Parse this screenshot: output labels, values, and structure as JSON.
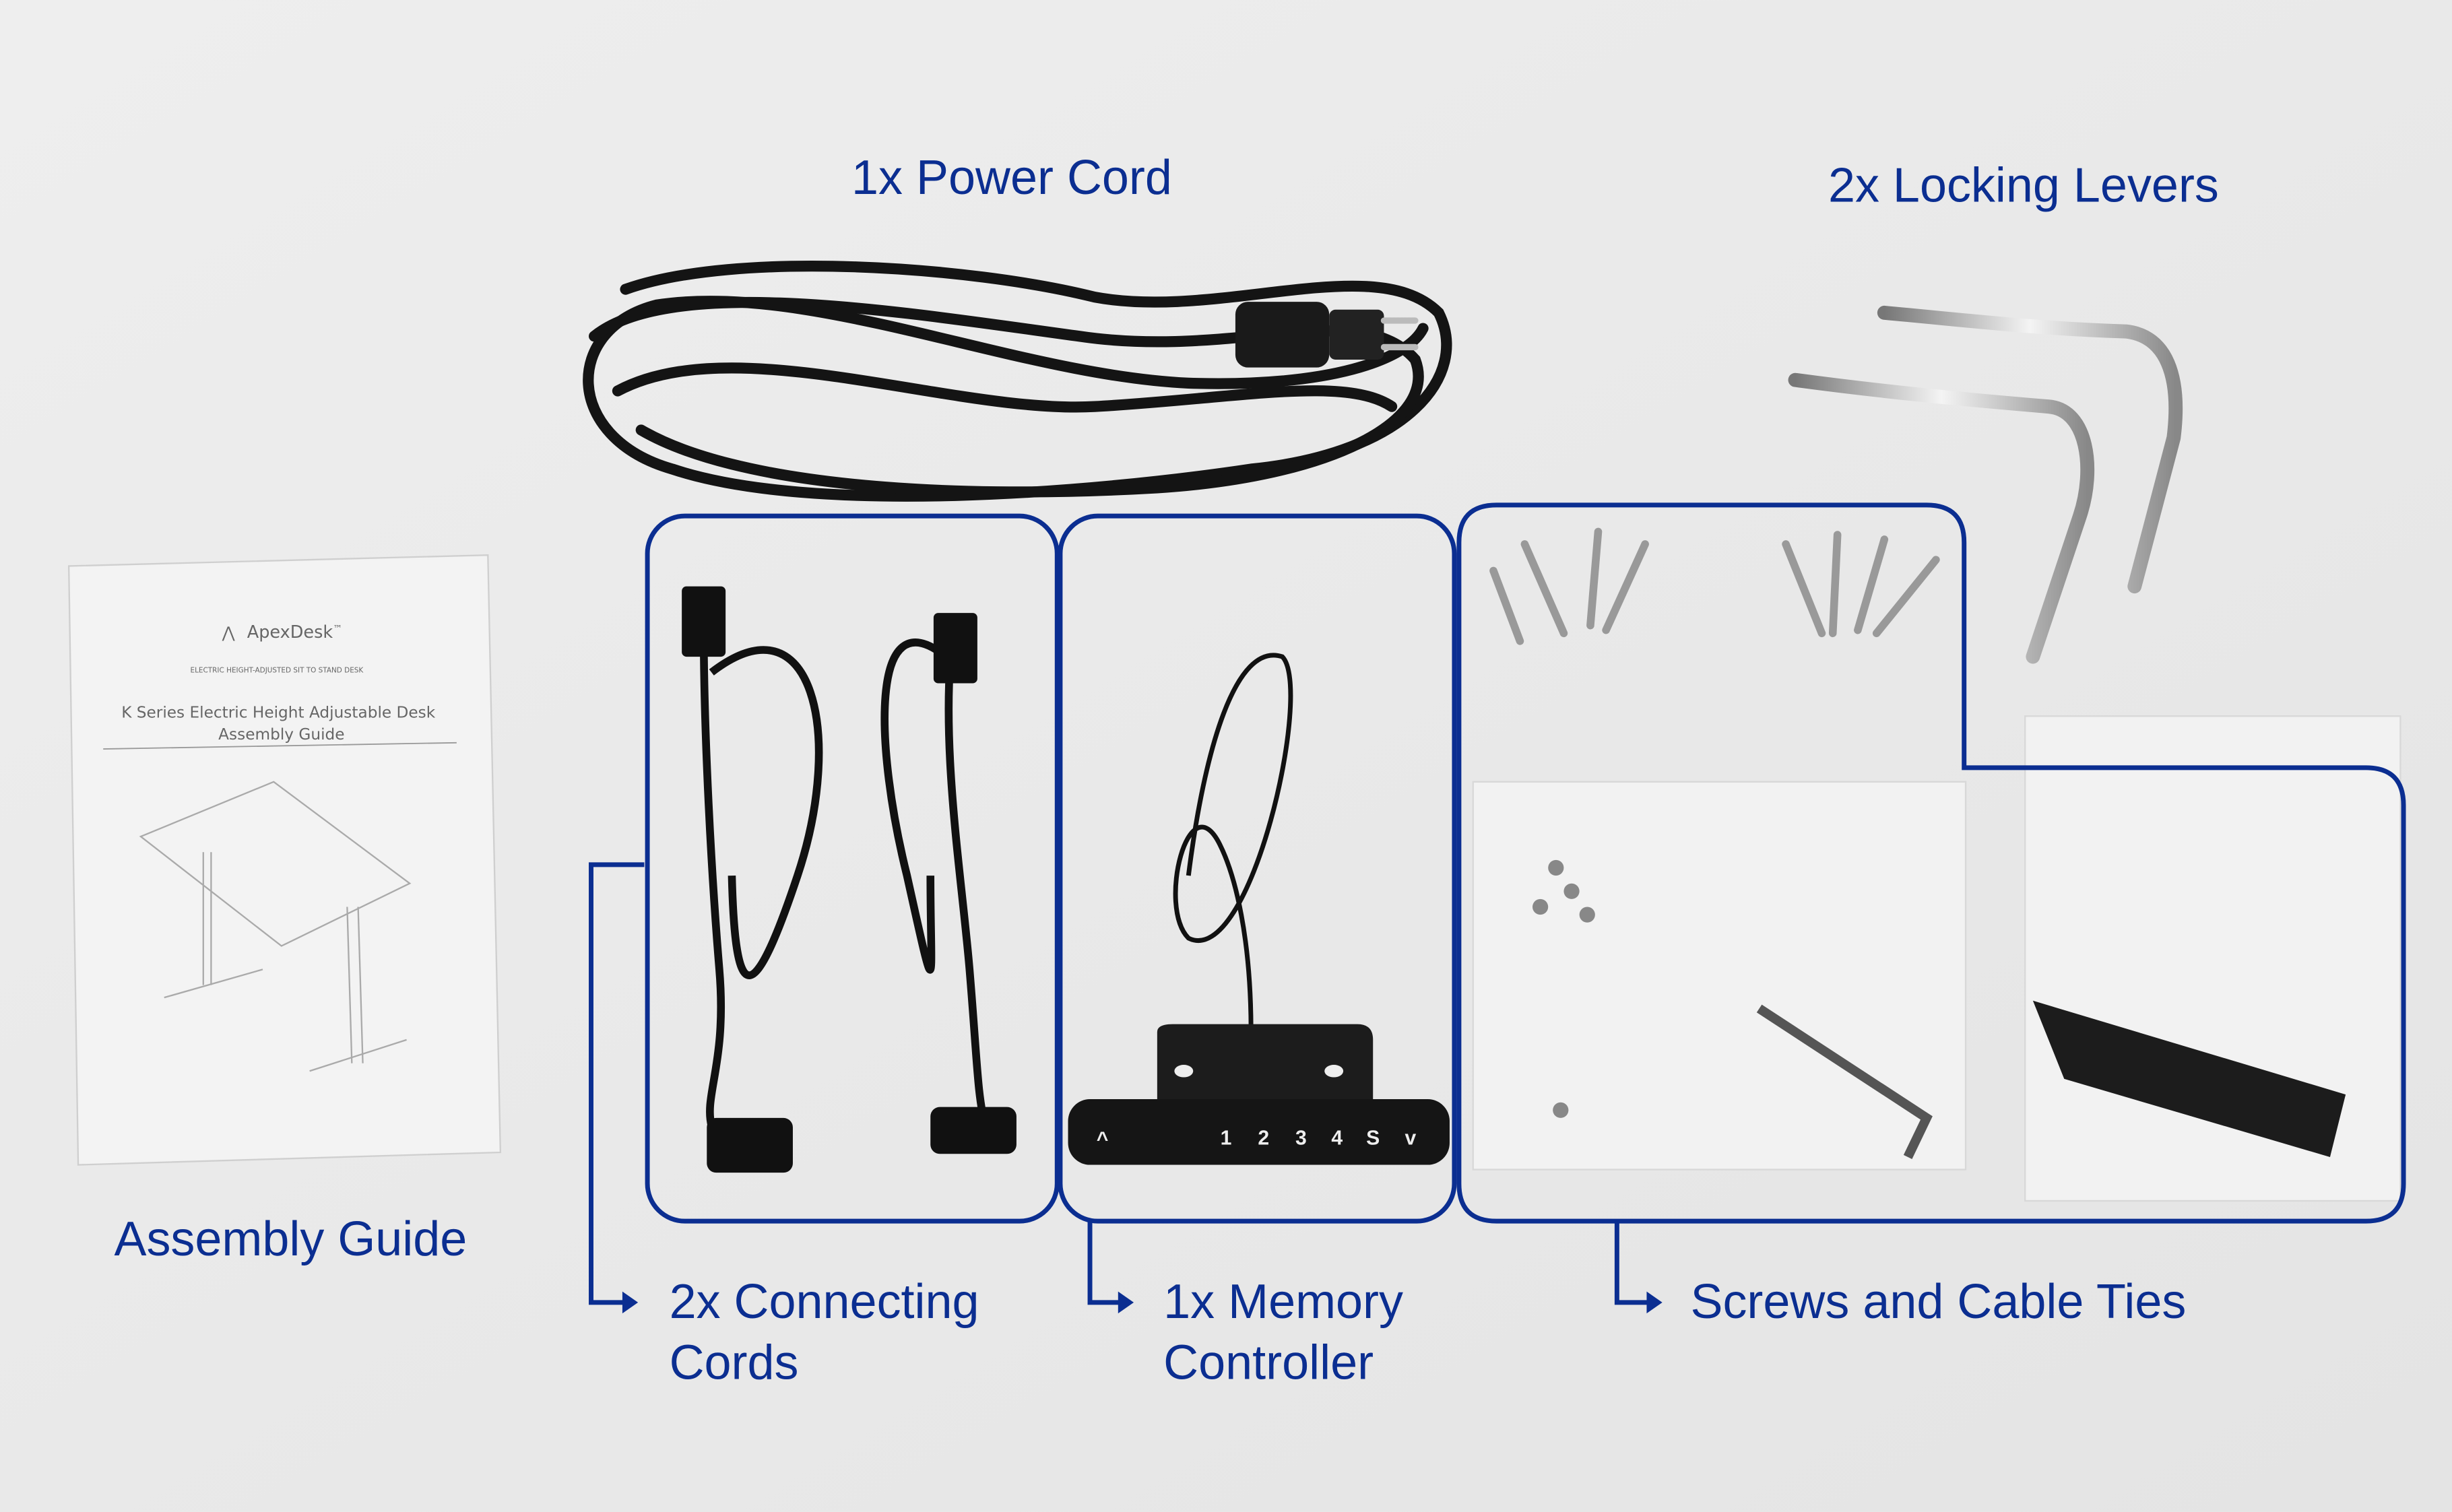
{
  "labels": {
    "power_cord": "1x Power Cord",
    "locking_levers": "2x Locking Levers",
    "assembly_guide": "Assembly Guide",
    "connecting_cords_line1": "2x Connecting",
    "connecting_cords_line2": "Cords",
    "memory_controller_line1": "1x Memory",
    "memory_controller_line2": "Controller",
    "screws": "Screws and Cable Ties"
  },
  "booklet": {
    "brand": "ApexDesk",
    "trademark": "™",
    "subtitle": "ELECTRIC HEIGHT-ADJUSTED SIT TO STAND DESK",
    "title_line1": "K Series Electric Height Adjustable Desk",
    "title_line2": "Assembly Guide"
  },
  "controller": {
    "keys": [
      "^",
      "1",
      "2",
      "3",
      "4",
      "S",
      "v"
    ]
  },
  "colors": {
    "accent": "#0b2e91",
    "background": "#ececec"
  }
}
